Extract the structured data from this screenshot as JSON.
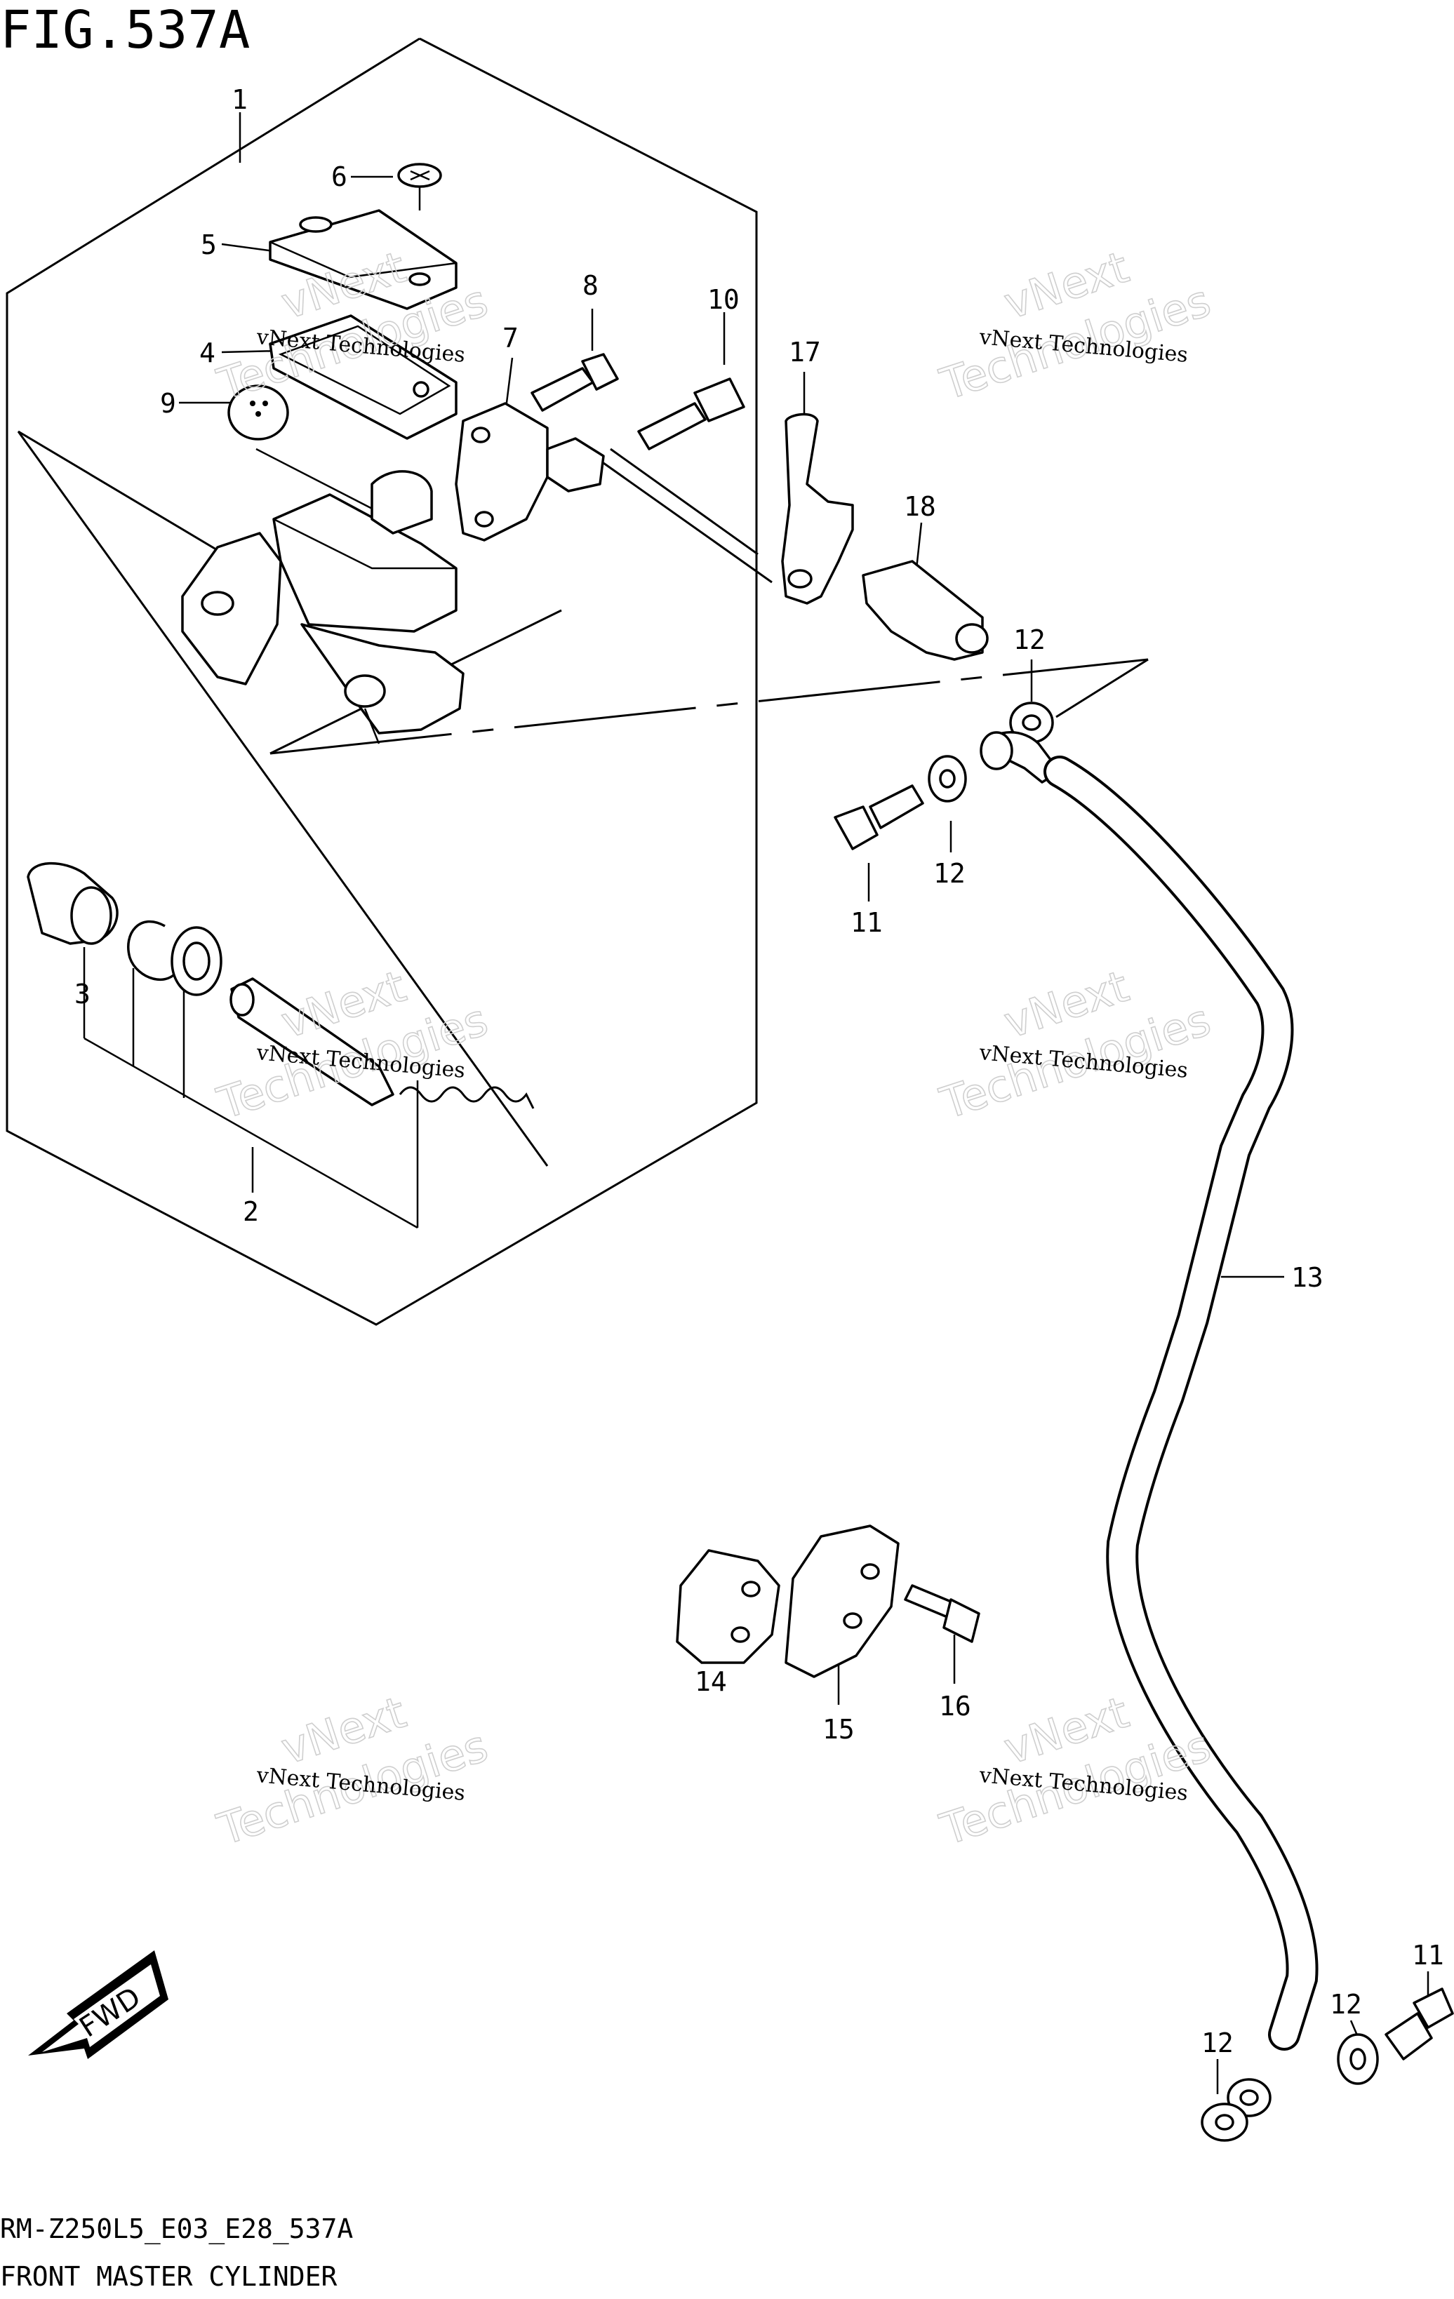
{
  "figure": {
    "title": "FIG.537A"
  },
  "footer": {
    "code": "RM-Z250L5_E03_E28_537A",
    "caption": "FRONT MASTER CYLINDER"
  },
  "direction_badge": {
    "label": "FWD"
  },
  "watermark": {
    "small": "vNext Technologies",
    "big_top": "vNext",
    "big_bottom": "Technologies"
  },
  "callouts": {
    "c1": "1",
    "c2": "2",
    "c3": "3",
    "c4": "4",
    "c5": "5",
    "c6": "6",
    "c7": "7",
    "c8": "8",
    "c9": "9",
    "c10": "10",
    "c11a": "11",
    "c11b": "11",
    "c12a": "12",
    "c12b": "12",
    "c12c": "12",
    "c12d": "12",
    "c13": "13",
    "c14": "14",
    "c15": "15",
    "c16": "16",
    "c17": "17",
    "c18": "18"
  }
}
